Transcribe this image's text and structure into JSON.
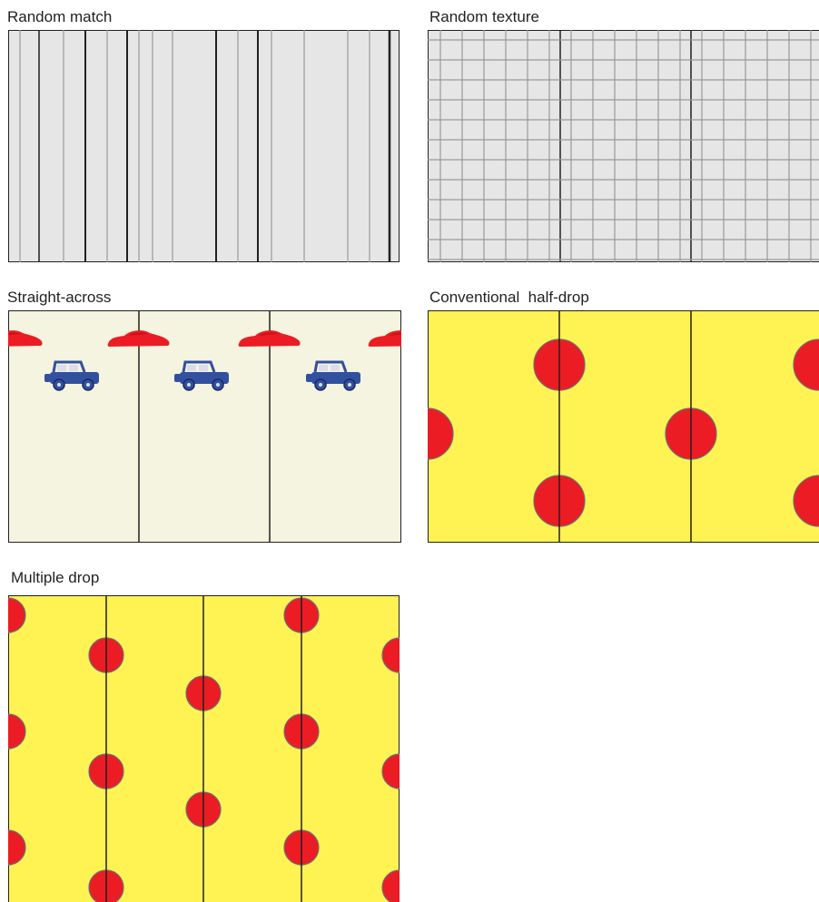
{
  "labels": {
    "random_match": "Random match",
    "random_texture": "Random texture",
    "straight_across": "Straight-across",
    "conventional_half_drop": "Conventional  half-drop",
    "multiple_drop": "Multiple drop"
  },
  "colors": {
    "gray_fill": "#e6e6e7",
    "gray_line": "#999999",
    "cream_fill": "#f4f4e0",
    "yellow_fill": "#fff253",
    "dot_red": "#ec1c24",
    "dot_stroke": "#6d6e71",
    "car_red": "#ec1c24",
    "jeep_blue": "#3250a0",
    "seam": "#231f20"
  },
  "icons": {
    "red_car": "red-car-icon",
    "blue_jeep": "blue-jeep-icon",
    "red_dot": "red-dot-icon"
  }
}
